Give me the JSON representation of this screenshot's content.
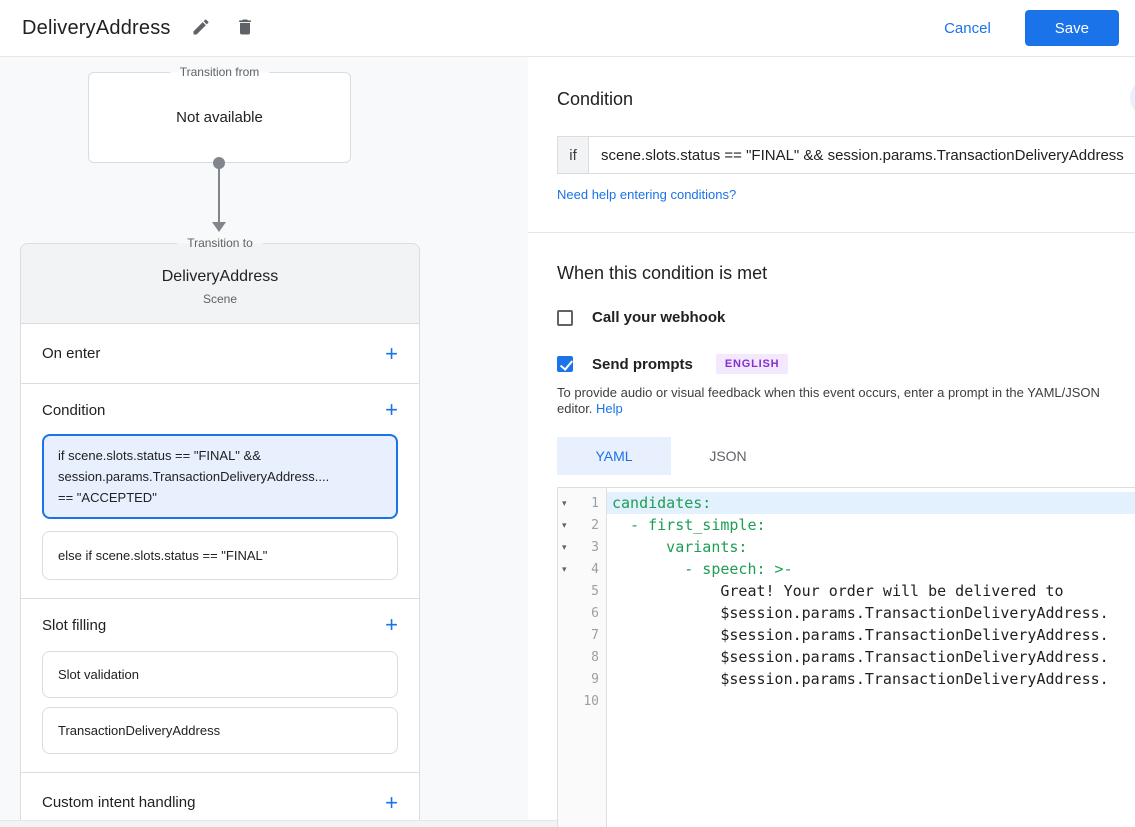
{
  "colors": {
    "accent_blue": "#1a73e8",
    "accent_light_blue": "#e8f0fe",
    "badge_bg": "#f3e8fd",
    "badge_text": "#8430ce",
    "yaml_key_green": "#1e9e54",
    "canvas_bg": "#f8f9fa"
  },
  "icons": {
    "plus": "+",
    "fold_arrow": "▾"
  },
  "topbar": {
    "title": "DeliveryAddress",
    "cancel_label": "Cancel",
    "save_label": "Save"
  },
  "canvas": {
    "transition_from": {
      "legend": "Transition from",
      "value": "Not available"
    },
    "transition_to": {
      "legend": "Transition to",
      "scene_name": "DeliveryAddress",
      "scene_type": "Scene"
    }
  },
  "scene_card": {
    "on_enter_label": "On enter",
    "condition_label": "Condition",
    "conditions": [
      {
        "text": "if scene.slots.status == \"FINAL\" &&\nsession.params.TransactionDeliveryAddress....\n== \"ACCEPTED\""
      },
      {
        "text": "else if scene.slots.status == \"FINAL\""
      }
    ],
    "slot_filling_label": "Slot filling",
    "slot_cards": [
      {
        "text": "Slot validation"
      },
      {
        "text": "TransactionDeliveryAddress"
      }
    ],
    "custom_intent_label": "Custom intent handling"
  },
  "condition_panel": {
    "title": "Condition",
    "if_label": "if",
    "if_value": "scene.slots.status == \"FINAL\" && session.params.TransactionDeliveryAddress.... == \"ACCEPTED\"",
    "help_link": "Need help entering conditions?"
  },
  "handler_panel": {
    "title": "When this condition is met",
    "webhook_label": "Call your webhook",
    "send_prompts_label": "Send prompts",
    "language_badge": "ENGLISH",
    "helper_text": "To provide audio or visual feedback when this event occurs, enter a prompt in the YAML/JSON editor.",
    "helper_link": "Help",
    "tabs": {
      "yaml": "YAML",
      "json": "JSON"
    }
  },
  "editor": {
    "lines": [
      {
        "num": "1",
        "text": "candidates:"
      },
      {
        "num": "2",
        "text": "  - first_simple:"
      },
      {
        "num": "3",
        "text": "      variants:"
      },
      {
        "num": "4",
        "text": "        - speech: >-"
      },
      {
        "num": "5",
        "text": "            Great! Your order will be delivered to"
      },
      {
        "num": "6",
        "text": "            $session.params.TransactionDeliveryAddress."
      },
      {
        "num": "7",
        "text": "            $session.params.TransactionDeliveryAddress."
      },
      {
        "num": "8",
        "text": "            $session.params.TransactionDeliveryAddress."
      },
      {
        "num": "9",
        "text": "            $session.params.TransactionDeliveryAddress."
      },
      {
        "num": "10",
        "text": ""
      }
    ]
  }
}
